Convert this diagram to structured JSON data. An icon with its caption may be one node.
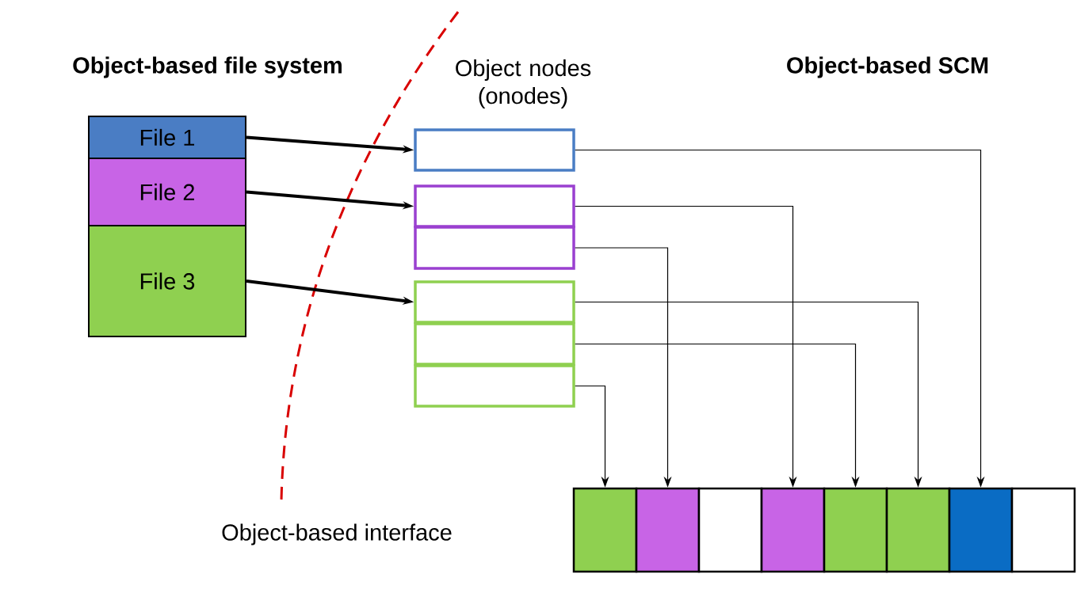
{
  "diagram": {
    "nodes": [
      {
        "text": [
          "File 1"
        ]
      },
      {
        "text": [
          "File 2"
        ]
      },
      {
        "text": [
          "File 3"
        ]
      },
      {
        "text": [],
        "shape": "box"
      },
      {
        "text": [],
        "shape": "box"
      },
      {
        "text": [],
        "shape": "box"
      },
      {
        "text": [],
        "shape": "box"
      },
      {
        "text": [],
        "shape": "box"
      },
      {
        "text": [],
        "shape": "box"
      },
      {
        "text": [],
        "shape": "box"
      },
      {
        "text": [],
        "shape": "box"
      },
      {
        "text": [],
        "shape": "box"
      },
      {
        "text": [],
        "shape": "box"
      },
      {
        "text": [],
        "shape": "box"
      },
      {
        "text": [],
        "shape": "box"
      },
      {
        "text": [],
        "shape": "box"
      },
      {
        "text": [],
        "shape": "box"
      }
    ],
    "edges": [
      {
        "from": 0,
        "to": 3,
        "arrow": "to",
        "style": "thick"
      },
      {
        "from": 1,
        "to": 4,
        "arrow": "to",
        "style": "thick"
      },
      {
        "from": 2,
        "to": 6,
        "arrow": "to",
        "style": "thick"
      },
      {
        "from": 3,
        "to": 15,
        "arrow": "to"
      },
      {
        "from": 4,
        "to": 12,
        "arrow": "to"
      },
      {
        "from": 5,
        "to": 10,
        "arrow": "to"
      },
      {
        "from": 6,
        "to": 14,
        "arrow": "to"
      },
      {
        "from": 7,
        "to": 13,
        "arrow": "to"
      },
      {
        "from": 8,
        "to": 9,
        "arrow": "to"
      }
    ],
    "labels": [
      "Object-based file system",
      "Object nodes (onodes)",
      "Object-based SCM",
      "Object-based interface"
    ]
  }
}
